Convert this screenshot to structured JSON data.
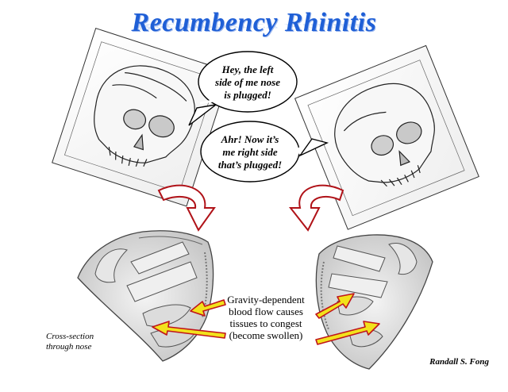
{
  "title": "Recumbency Rhinitis",
  "bubbles": {
    "left_plug": [
      "Hey, the left",
      "side of me nose",
      "is plugged!"
    ],
    "right_plug": [
      "Ahr!  Now it’s",
      "me right side",
      "that’s plugged!"
    ]
  },
  "caption": [
    "Gravity-dependent",
    "blood flow causes",
    "tissues to congest",
    "(become swollen)"
  ],
  "side_note": [
    "Cross-section",
    "through nose"
  ],
  "credit": "Randall S. Fong",
  "colors": {
    "title": "#1f5fd6",
    "arrow_fill": "#f2e21b",
    "arrow_stroke": "#c0141b",
    "curved_arrow": "#b01218"
  }
}
